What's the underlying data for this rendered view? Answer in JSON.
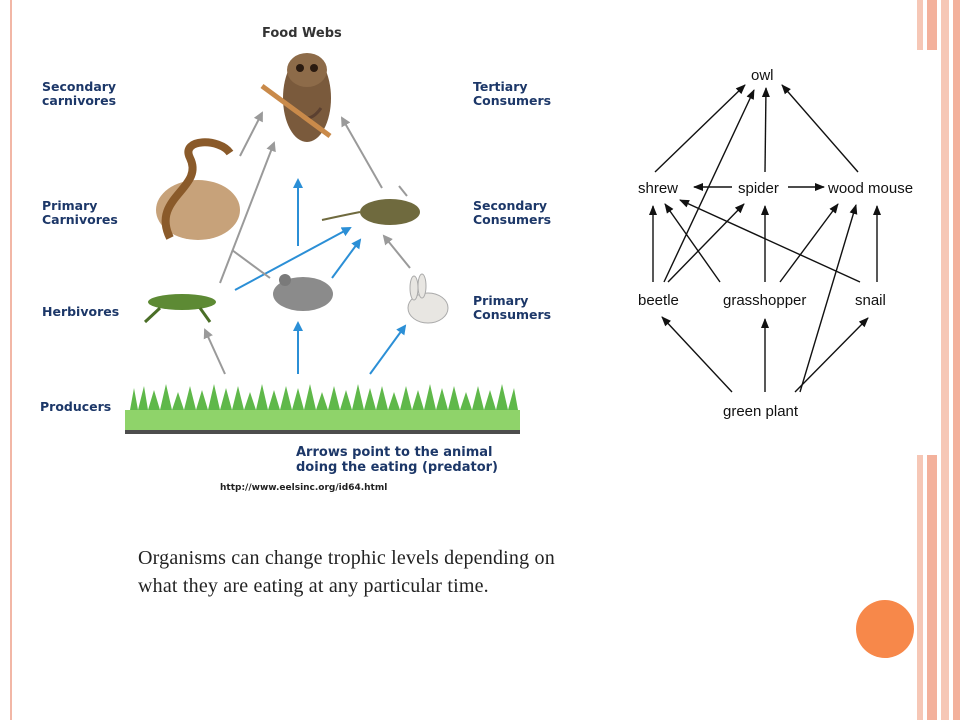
{
  "food_web_figure": {
    "title": "Food Webs",
    "left_labels": [
      {
        "line1": "Secondary",
        "line2": "carnivores"
      },
      {
        "line1": "Primary",
        "line2": "Carnivores"
      },
      {
        "line1": "Herbivores",
        "line2": ""
      },
      {
        "line1": "Producers",
        "line2": ""
      }
    ],
    "right_labels": [
      {
        "line1": "Tertiary",
        "line2": "Consumers"
      },
      {
        "line1": "Secondary",
        "line2": "Consumers"
      },
      {
        "line1": "Primary",
        "line2": "Consumers"
      }
    ],
    "note_line1": "Arrows point to the animal",
    "note_line2": "doing the eating (predator)",
    "url": "http://www.eelsinc.org/id64.html",
    "colors": {
      "label": "#1c3768",
      "arrow_blue": "#2b8fd6",
      "arrow_grey": "#9a9a9a"
    }
  },
  "network": {
    "nodes": {
      "owl": "owl",
      "shrew": "shrew",
      "spider": "spider",
      "wood_mouse": "wood mouse",
      "beetle": "beetle",
      "grasshopper": "grasshopper",
      "snail": "snail",
      "green_plant": "green plant"
    }
  },
  "caption": {
    "line1": "Organisms can change trophic levels depending on",
    "line2": "what they are eating at any particular time."
  },
  "decor": {
    "accent": "#f7884a",
    "rule": "#f2b7a6"
  }
}
